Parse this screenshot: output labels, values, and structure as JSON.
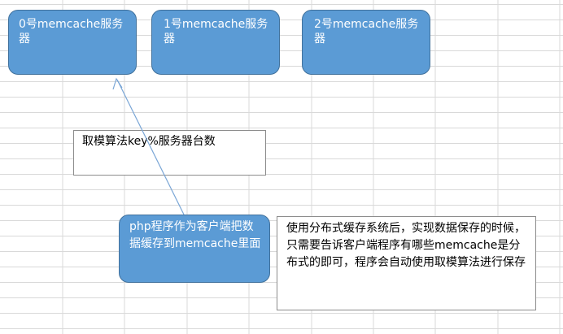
{
  "servers": [
    {
      "label": "0号memcache服务器"
    },
    {
      "label": "1号memcache服务器"
    },
    {
      "label": "2号memcache服务器"
    }
  ],
  "notes": {
    "algorithm": "取模算法key%服务器台数",
    "explanation": "使用分布式缓存系统后，实现数据保存的时候，只需要告诉客户端程序有哪些memcache是分布式的即可，程序会自动使用取模算法进行保存"
  },
  "client": {
    "label": "php程序作为客户端把数据缓存到memcache里面"
  },
  "colors": {
    "box_fill": "#5b9bd5",
    "box_border": "#41719c",
    "grid_line": "#d9d9d9",
    "arrow": "#7aa6d6"
  }
}
